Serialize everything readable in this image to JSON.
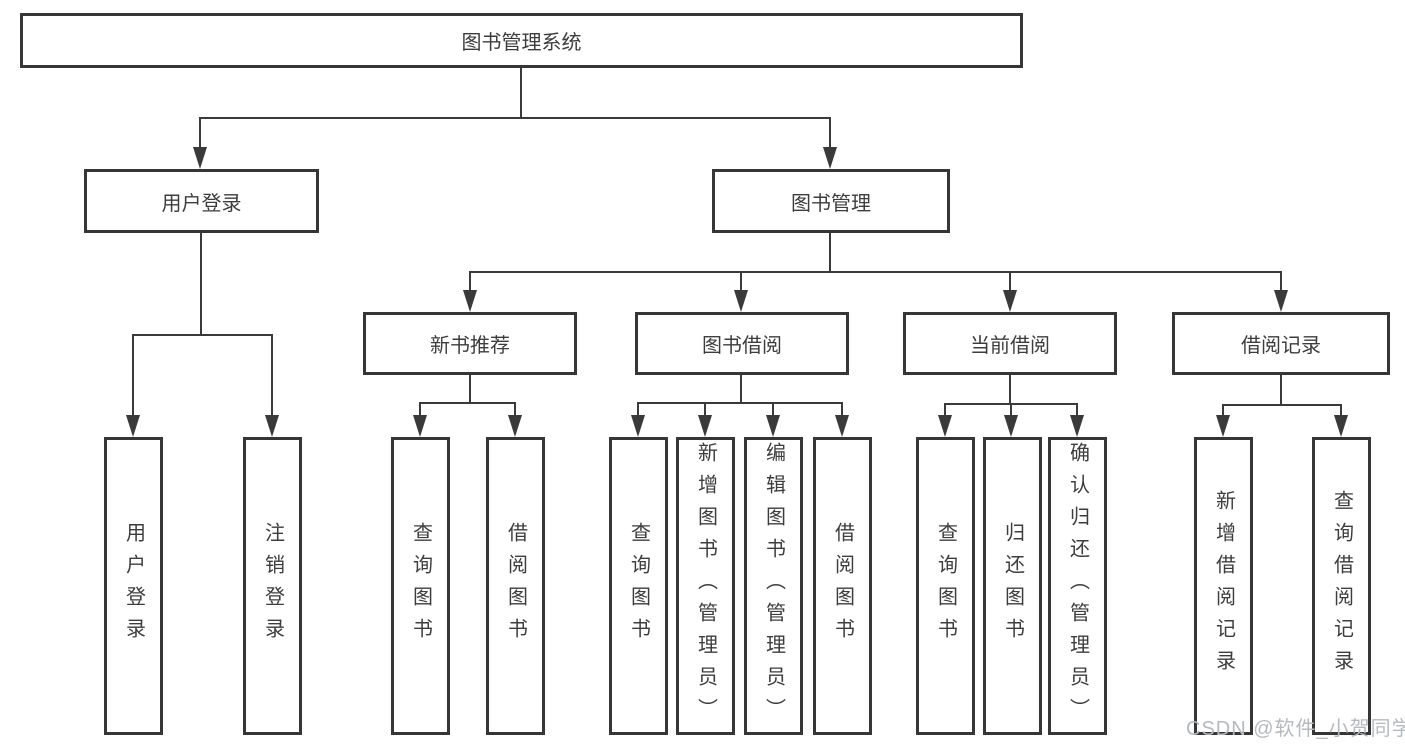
{
  "tree": {
    "root": {
      "label": "图书管理系统"
    },
    "user_login": {
      "label": "用户登录",
      "children": [
        {
          "label": "用户登录"
        },
        {
          "label": "注销登录"
        }
      ]
    },
    "book_management": {
      "label": "图书管理",
      "modules": [
        {
          "label": "新书推荐",
          "children": [
            {
              "label": "查询图书"
            },
            {
              "label": "借阅图书"
            }
          ]
        },
        {
          "label": "图书借阅",
          "children": [
            {
              "label": "查询图书"
            },
            {
              "label": "新增图书（管理员）"
            },
            {
              "label": "编辑图书（管理员）"
            },
            {
              "label": "借阅图书"
            }
          ]
        },
        {
          "label": "当前借阅",
          "children": [
            {
              "label": "查询图书"
            },
            {
              "label": "归还图书"
            },
            {
              "label": "确认归还（管理员）"
            }
          ]
        },
        {
          "label": "借阅记录",
          "children": [
            {
              "label": "新增借阅记录"
            },
            {
              "label": "查询借阅记录"
            }
          ]
        }
      ]
    }
  },
  "watermark": {
    "text": "CSDN @软件_小贺同学"
  },
  "colors": {
    "line": "#3a3a3a",
    "border": "#363636",
    "text": "#3d3d3d",
    "watermark": "#b6babe",
    "background": "#ffffff"
  }
}
